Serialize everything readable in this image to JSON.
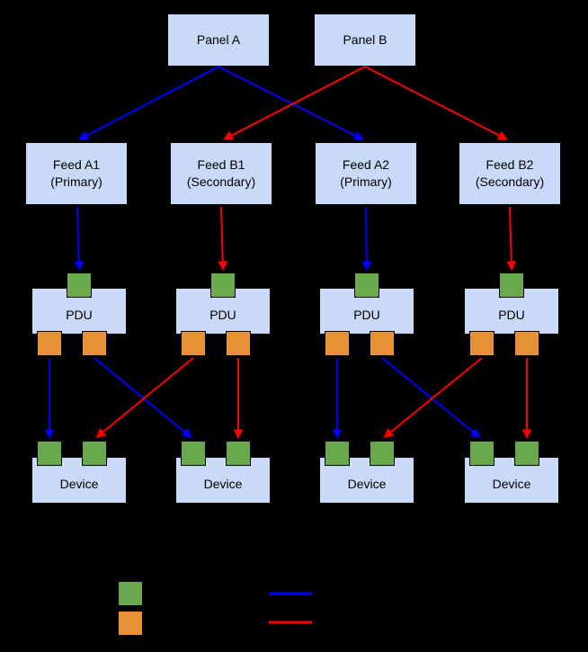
{
  "diagram": {
    "panels": [
      {
        "label": "Panel A"
      },
      {
        "label": "Panel B"
      }
    ],
    "feeds": [
      {
        "name": "Feed A1",
        "role": "(Primary)"
      },
      {
        "name": "Feed B1",
        "role": "(Secondary)"
      },
      {
        "name": "Feed A2",
        "role": "(Primary)"
      },
      {
        "name": "Feed B2",
        "role": "(Secondary)"
      }
    ],
    "pdus": [
      {
        "label": "PDU"
      },
      {
        "label": "PDU"
      },
      {
        "label": "PDU"
      },
      {
        "label": "PDU"
      }
    ],
    "devices": [
      {
        "label": "Device"
      },
      {
        "label": "Device"
      },
      {
        "label": "Device"
      },
      {
        "label": "Device"
      }
    ],
    "legend": {
      "swatches": [
        "green-input-port-square",
        "orange-output-port-square"
      ],
      "lines": [
        "blue-primary-line",
        "red-secondary-line"
      ]
    },
    "colors": {
      "background": "#000000",
      "node_fill": "#c9daf8",
      "input_port": "#6aa84f",
      "output_port": "#e69138",
      "primary": "#0000ff",
      "secondary": "#ff0000"
    }
  }
}
